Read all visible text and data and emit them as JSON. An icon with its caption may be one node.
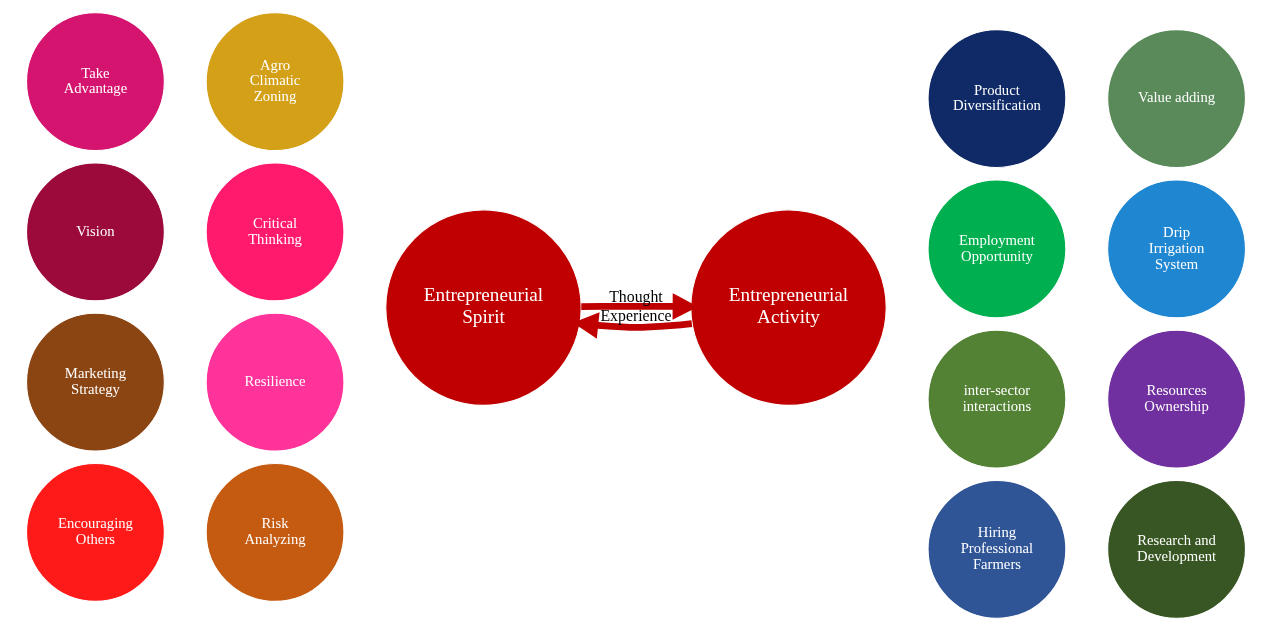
{
  "diagram": {
    "nodes": [
      {
        "text": [
          "Encouraging Others"
        ]
      },
      {
        "text": [
          "Critical Thinking"
        ]
      },
      {
        "text": [
          "Take Advantage"
        ]
      },
      {
        "text": [
          "Entrepreneurial Spirit"
        ]
      },
      {
        "text": [
          "Resilience"
        ]
      },
      {
        "text": [
          "Vision"
        ]
      },
      {
        "text": [
          "Marketing Strategy"
        ]
      },
      {
        "text": [
          "Risk Analyzing"
        ]
      },
      {
        "text": [
          "Agro Climatic Zoning"
        ]
      },
      {
        "text": [
          "Hiring Professional Farmers"
        ]
      },
      {
        "text": [
          "Drip Irrigation System"
        ]
      },
      {
        "text": [
          "Product Diversification"
        ]
      },
      {
        "text": [
          "Resources Ownership"
        ]
      },
      {
        "text": [
          "Entrepreneurial Activity"
        ]
      },
      {
        "text": [
          "Research and Development"
        ]
      },
      {
        "text": [
          "Employment Opportunity"
        ]
      },
      {
        "text": [
          "inter-sector interactions"
        ]
      },
      {
        "text": [
          "Value adding"
        ]
      }
    ],
    "edges": [
      {
        "from": 3,
        "to": 13,
        "arrow": "to",
        "label": "Thought"
      },
      {
        "from": 13,
        "to": 3,
        "arrow": "to",
        "label": "Experience"
      }
    ]
  }
}
